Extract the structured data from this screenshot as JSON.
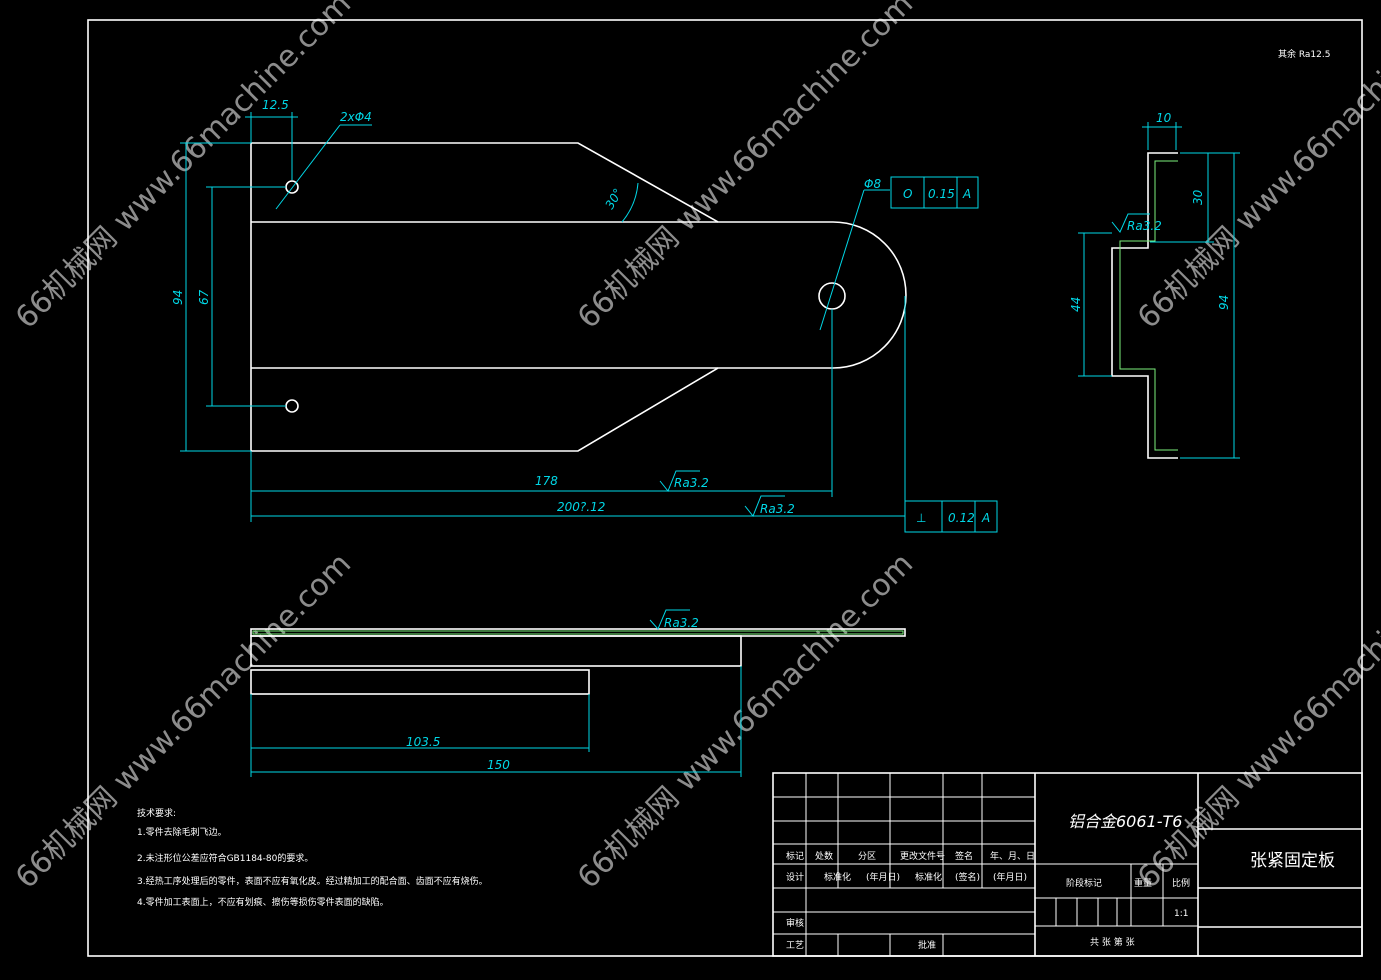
{
  "sheet": {
    "title_label": "张紧固定板",
    "material": "铝合金6061-T6",
    "scale": "1:1",
    "roughness_note": "其余 Ra12.5"
  },
  "dims": {
    "d_12_5": "12.5",
    "holes": "2xΦ4",
    "angle": "30°",
    "phi8": "Φ8",
    "d_94": "94",
    "d_67": "67",
    "d_178": "178",
    "d_200": "200?.12",
    "ra_32": "Ra3.2",
    "ra_32b": "Ra3.2",
    "ra_32c": "Ra3.2",
    "d_103_5": "103.5",
    "d_150": "150",
    "side_10": "10",
    "side_30": "30",
    "side_44": "44",
    "side_94": "94",
    "side_ra": "Ra3.2"
  },
  "gdt": {
    "circ_symbol": "O",
    "circ_value": "0.15",
    "circ_datum": "A",
    "perp_symbol": "⊥",
    "perp_value": "0.12",
    "perp_datum": "A"
  },
  "tech_req": {
    "heading": "技术要求:",
    "items": [
      "1.零件去除毛刺飞边。",
      "2.未注形位公差应符合GB1184-80的要求。",
      "3.经热工序处理后的零件，表面不应有氧化皮。经过精加工的配合面、齿面不应有烧伤。",
      "4.零件加工表面上，不应有划痕、擦伤等损伤零件表面的缺陷。"
    ]
  },
  "title_block": {
    "r_marks": "标记",
    "r_count": "处数",
    "r_zone": "分区",
    "r_docno": "更改文件号",
    "r_sign": "签名",
    "r_date": "年、月、日",
    "design": "设计",
    "std": "标准化",
    "ymd1": "(年月日)",
    "ymd2": "(年月日)",
    "sig": "(签名)",
    "audit": "审核",
    "craft": "工艺",
    "approve": "批准",
    "stage": "阶段标记",
    "weight": "重量",
    "ratio": "比例",
    "sheets": "共 张 第 张"
  },
  "watermarks": [
    "66机械网 www.66machine.com"
  ]
}
